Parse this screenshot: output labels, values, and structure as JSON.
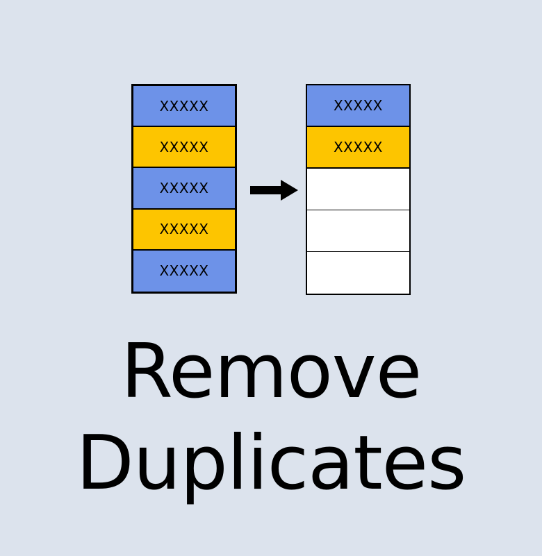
{
  "background_color": "#dce3ed",
  "colors": {
    "blue": "#6d92e8",
    "yellow": "#fdc500",
    "white": "#ffffff",
    "border": "#000000",
    "text": "#000000"
  },
  "diagram": {
    "source_table": {
      "name": "source-list",
      "rows": [
        {
          "label": "XXXXX",
          "fill": "blue"
        },
        {
          "label": "XXXXX",
          "fill": "yellow"
        },
        {
          "label": "XXXXX",
          "fill": "blue"
        },
        {
          "label": "XXXXX",
          "fill": "yellow"
        },
        {
          "label": "XXXXX",
          "fill": "blue"
        }
      ]
    },
    "arrow": {
      "name": "flow-arrow",
      "direction": "right"
    },
    "result_table": {
      "name": "result-list",
      "rows": [
        {
          "label": "XXXXX",
          "fill": "blue"
        },
        {
          "label": "XXXXX",
          "fill": "yellow"
        },
        {
          "label": "",
          "fill": "white"
        },
        {
          "label": "",
          "fill": "white"
        },
        {
          "label": "",
          "fill": "white"
        }
      ]
    }
  },
  "caption": {
    "line1": "Remove",
    "line2": "Duplicates"
  }
}
